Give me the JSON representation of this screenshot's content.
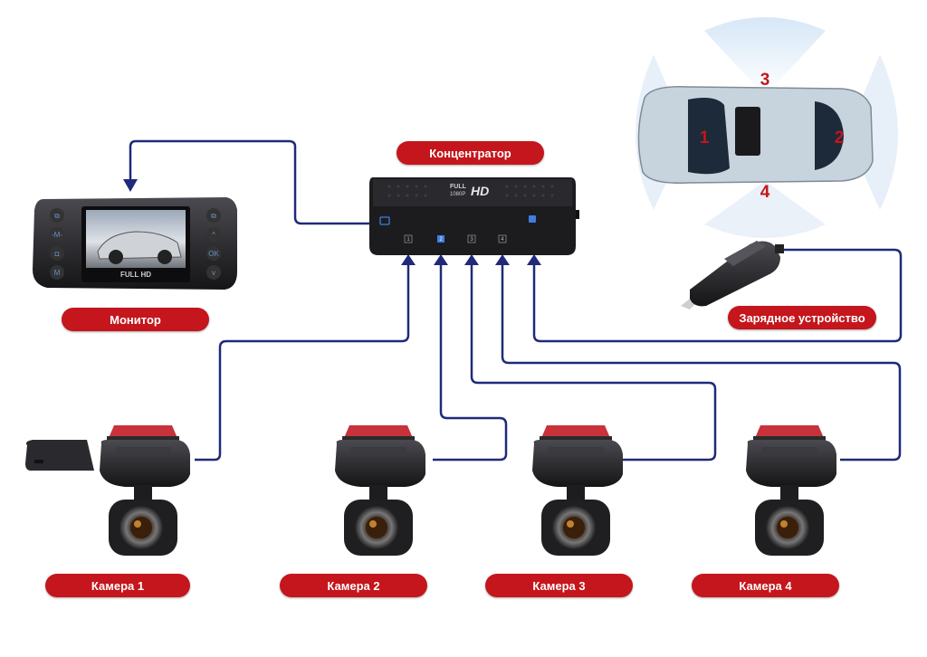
{
  "labels": {
    "monitor": "Монитор",
    "hub": "Концентратор",
    "charger": "Зарядное устройство",
    "camera1": "Камера 1",
    "camera2": "Камера 2",
    "camera3": "Камера 3",
    "camera4": "Камера 4"
  },
  "hub_branding": {
    "line1": "FULL",
    "line2": "1080P",
    "hd": "HD"
  },
  "monitor_branding": "FULL HD",
  "hub_ports": [
    "1",
    "2",
    "3",
    "4"
  ],
  "car_positions": [
    "1",
    "2",
    "3",
    "4"
  ],
  "monitor_buttons_left": [
    "⧉",
    "-M-",
    "◘",
    "M"
  ],
  "monitor_buttons_right": [
    "⧉",
    "^",
    "OK",
    "v"
  ],
  "colors": {
    "label_bg": "#c4161c",
    "wire": "#1f2a7a",
    "device_body": "#2a2a2e",
    "camera_mount_pad": "#c8323a",
    "car_number": "#c4161c"
  }
}
